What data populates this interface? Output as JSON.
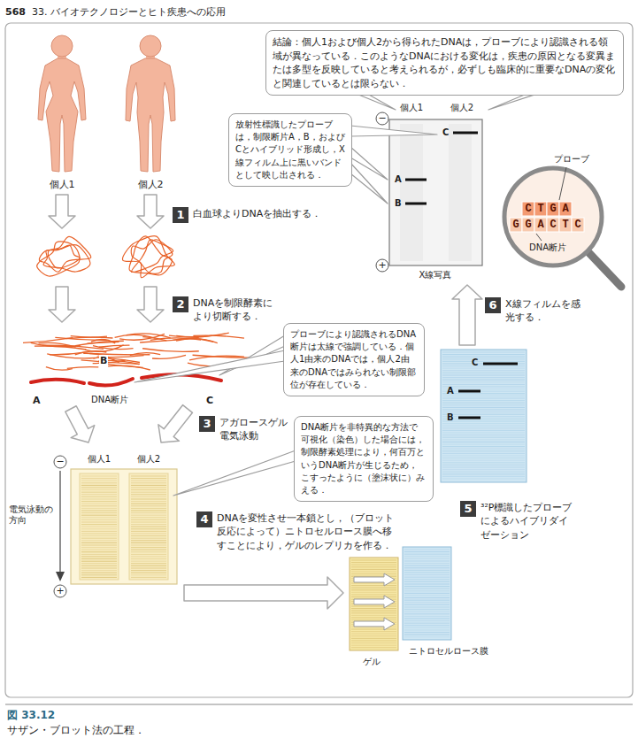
{
  "diagram": {
    "caption": "図 33.12",
    "nodes": [
      {
        "text": [
          "結論：個人1および個人2から得られたDNAは，プローブにより認識される領域が異なっている．このようなDNAにおける変化は，疾患の原因となる変異または多型を反映していると考えられるが，必ずしも臨床的に重要なDNAの変化と関連しているとは限らない．"
        ]
      },
      {
        "text": [
          "放射性標識したプローブは，制限断片A，B，およびCとハイブリッド形成し，X線フィルム上に黒いバンドとして映し出される．"
        ]
      },
      {
        "text": [
          "1",
          "白血球よりDNAを抽出する．"
        ]
      },
      {
        "text": [
          "2",
          "DNAを制限酵素により切断する．"
        ]
      },
      {
        "text": [
          "プローブにより認識されるDNA断片は太線で強調している．個人1由来のDNAでは，個人2由来のDNAではみられない制限部位が存在している．"
        ]
      },
      {
        "text": [
          "3",
          "アガロースゲル電気泳動"
        ]
      },
      {
        "text": [
          "DNA断片を非特異的な方法で可視化（染色）した場合には，制限酵素処理により，何百万というDNA断片が生じるため，こすったように（塗沫状に）みえる．"
        ]
      },
      {
        "text": [
          "4",
          "DNAを変性させ一本鎖とし，（ブロット反応によって）ニトロセルロース膜へ移すことにより，ゲルのレプリカを作る．"
        ]
      },
      {
        "text": [
          "5",
          "³²P標識したプローブによるハイブリダイゼーション"
        ]
      },
      {
        "text": [
          "6",
          "X線フィルムを感光する．"
        ]
      }
    ],
    "labels": [
      "568",
      "33. バイオテクノロジーとヒト疾患への応用",
      "個人1",
      "個人2",
      "DNA断片",
      "A",
      "B",
      "C",
      "−",
      "個人1",
      "個人2",
      "電気泳動の方向",
      "+",
      "ゲル",
      "ニトロセルロース膜",
      "C",
      "A",
      "B",
      "−",
      "個人1",
      "個人2",
      "C",
      "A",
      "B",
      "+",
      "X線写真",
      "プローブ",
      "CTGA",
      "GGACTC",
      "DNA断片",
      "サザン・ブロット法の工程．"
    ]
  }
}
